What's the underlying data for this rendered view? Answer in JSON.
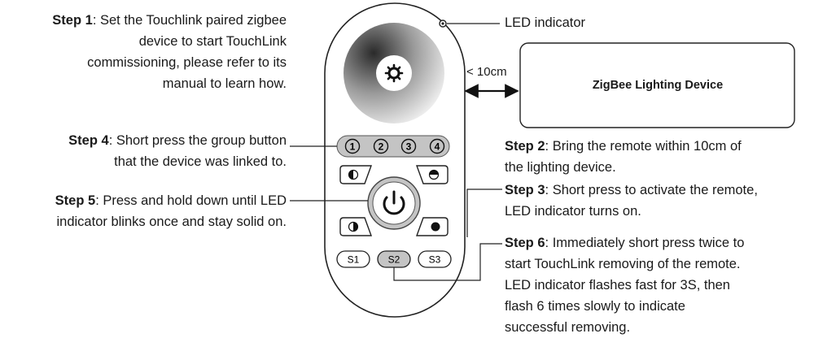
{
  "steps": {
    "step1": {
      "label": "Step 1",
      "lines": [
        ": Set the Touchlink paired zigbee",
        "device to start TouchLink",
        "commissioning, please refer to its",
        "manual to learn how."
      ]
    },
    "step4": {
      "label": "Step 4",
      "lines": [
        ": Short press the group button",
        "that the device was linked to."
      ]
    },
    "step5": {
      "label": "Step 5",
      "lines": [
        ": Press and hold down until LED",
        "indicator blinks once and stay solid on."
      ]
    },
    "step2": {
      "label": "Step 2",
      "lines": [
        ": Bring the remote within 10cm of",
        "the lighting device."
      ]
    },
    "step3": {
      "label": "Step 3",
      "lines": [
        ": Short press to activate the remote,",
        "LED indicator turns on."
      ]
    },
    "step6": {
      "label": "Step 6",
      "lines": [
        ": Immediately short press twice to",
        "start TouchLink removing of the remote.",
        "LED indicator flashes fast for 3S, then",
        "flash 6 times slowly to indicate",
        "successful removing."
      ]
    }
  },
  "labels": {
    "led_indicator": "LED indicator",
    "distance": "< 10cm",
    "device": "ZigBee Lighting Device"
  },
  "remote": {
    "group_buttons": [
      "1",
      "2",
      "3",
      "4"
    ],
    "scene_buttons": [
      "S1",
      "S2",
      "S3"
    ]
  }
}
